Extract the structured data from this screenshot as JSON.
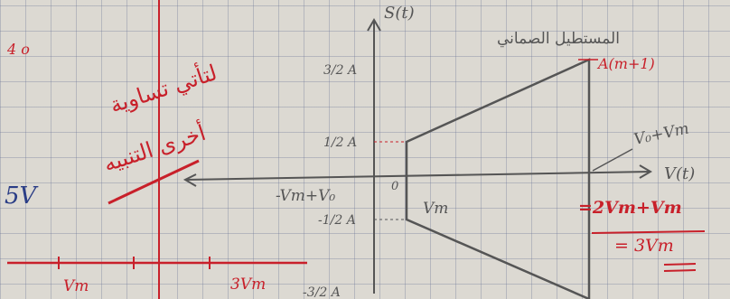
{
  "axes": {
    "y_label": "S(t)",
    "x_label": "V(t)",
    "y_ticks": [
      "3/2 A",
      "1/2 A",
      "-1/2 A",
      "-3/2 A"
    ]
  },
  "annotations": {
    "title_arabic": "المستطيل الصماني",
    "corner_label": "A(m+1)",
    "arrow_label": "V₀+Vm",
    "left_x_label": "-Vm+V₀",
    "zero": "0",
    "right_x_label": "Vm",
    "sum_label": "=2Vm+Vm",
    "result_label": "= 3Vm",
    "red_arabic_1": "لتأتي تساوية",
    "red_arabic_2": "أخرى التنبيه",
    "left_top": "4 o",
    "left_mid": "5V",
    "ruler_tick_1": "Vm",
    "ruler_tick_2": "3Vm"
  },
  "colors": {
    "paper": "#dcd9d2",
    "grid": "#7a86a6",
    "blue_ink": "#2a3d86",
    "red_ink": "#c8202a",
    "graphite": "#555555"
  }
}
